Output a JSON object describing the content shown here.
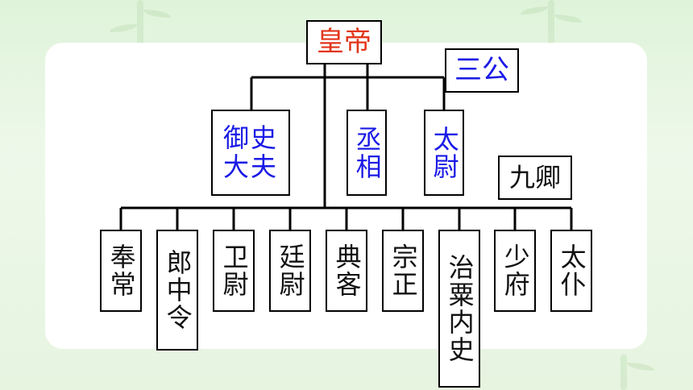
{
  "colors": {
    "emperor": "#e2351b",
    "three_dukes": "#1a1ae6",
    "ministers": "#111111",
    "background": "#dff3da"
  },
  "emperor": "皇帝",
  "three_dukes": {
    "label": "三公",
    "members": [
      "御史大夫",
      "丞相",
      "太尉"
    ]
  },
  "nine_ministers": {
    "label": "九卿",
    "members": [
      "奉常",
      "郎中令",
      "卫尉",
      "廷尉",
      "典客",
      "宗正",
      "治粟内史",
      "少府",
      "太仆"
    ]
  }
}
